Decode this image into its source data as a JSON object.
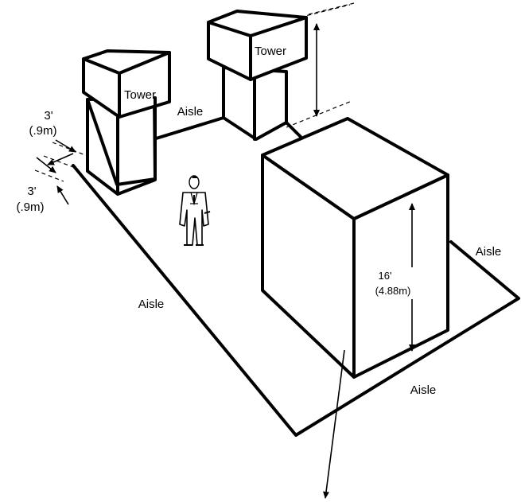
{
  "labels": {
    "tower_left": "Tower",
    "tower_right": "Tower",
    "aisle_top": "Aisle",
    "aisle_left": "Aisle",
    "aisle_right": "Aisle",
    "aisle_bottom": "Aisle",
    "dim_upper_ft": "3'",
    "dim_upper_m": "(.9m)",
    "dim_lower_ft": "3'",
    "dim_lower_m": "(.9m)",
    "height_ft": "16'",
    "height_m": "(4.88m)"
  },
  "icons": {
    "person": "person-figure-icon"
  }
}
